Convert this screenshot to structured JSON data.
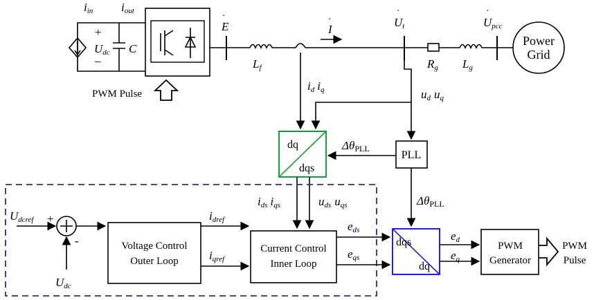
{
  "blocks": {
    "grid": [
      "Power",
      "Grid"
    ],
    "pll": "PLL",
    "park_top": {
      "a": "dq",
      "b": "dqs"
    },
    "park_bottom": {
      "a": "dqs",
      "b": "dq"
    },
    "voltage_loop": [
      "Voltage Control",
      "Outer Loop"
    ],
    "current_loop": [
      "Current Control",
      "Inner Loop"
    ],
    "pwm_gen": [
      "PWM",
      "Generator"
    ],
    "pwm_out": [
      "PWM",
      "Pulse"
    ],
    "pwm_pulse": "PWM Pulse"
  },
  "signs": {
    "plus1": "+",
    "plus2": "+",
    "minus1": "_",
    "minus2": "-"
  },
  "symbols": {
    "i": "i",
    "u": "u",
    "U": "U",
    "e": "e",
    "E": "E",
    "I": "I",
    "C": "C",
    "L": "L",
    "R": "R",
    "dtheta": "Δθ",
    "sub_in": "in",
    "sub_out": "out",
    "sub_dc": "dc",
    "sub_f": "f",
    "sub_g": "g",
    "sub_t": "t",
    "sub_pcc": "pcc",
    "sub_d": "d",
    "sub_q": "q",
    "sub_ds": "ds",
    "sub_qs": "qs",
    "sub_dcref": "dcref",
    "sub_dref": "dref",
    "sub_qref": "qref",
    "sub_pll": "PLL"
  },
  "colors": {
    "park_top": "#1a9a3a",
    "park_bottom": "#2222cc",
    "dashed": "#3d2a6e"
  }
}
